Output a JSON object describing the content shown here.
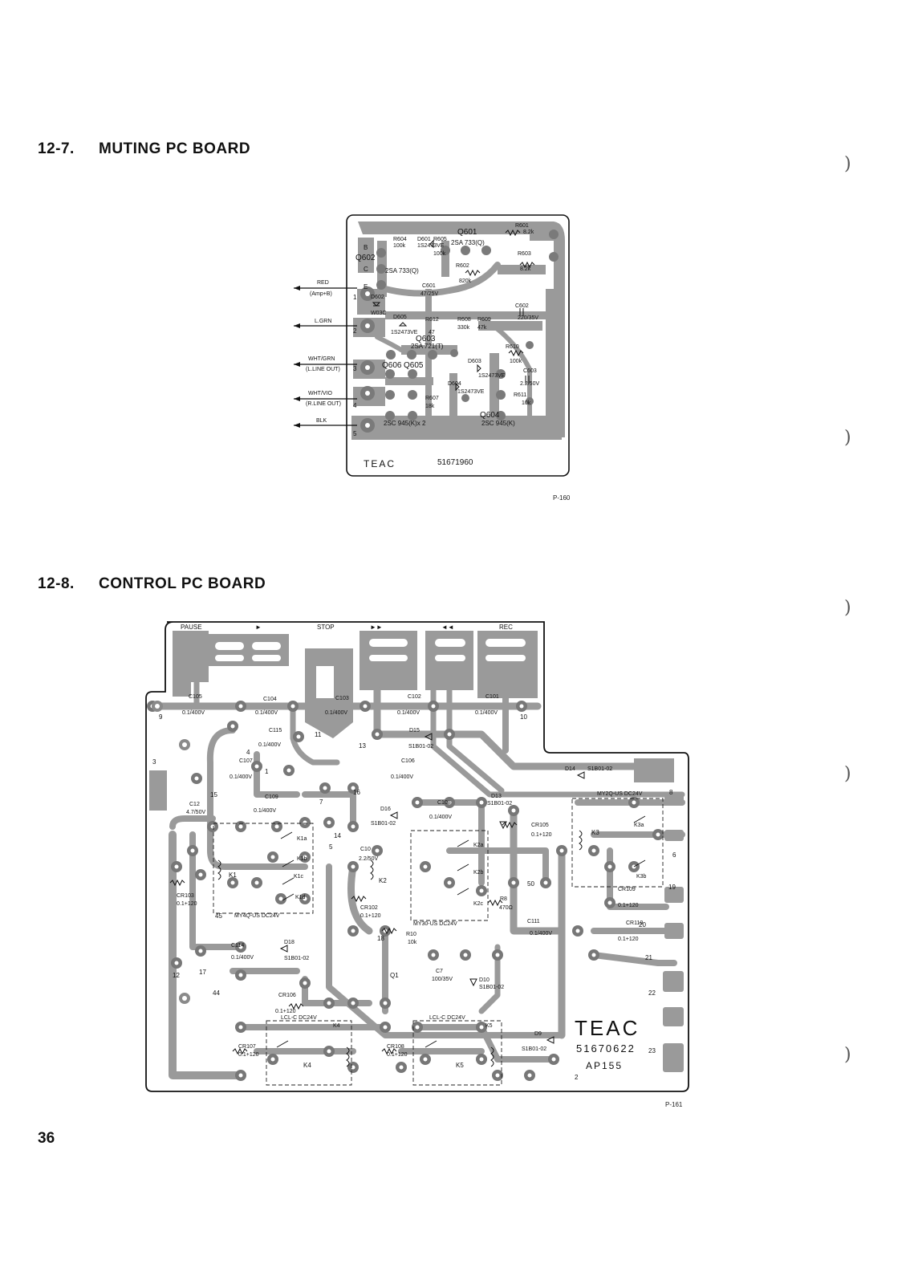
{
  "headings": [
    {
      "number": "12-7.",
      "title": "MUTING PC BOARD"
    },
    {
      "number": "12-8.",
      "title": "CONTROL PC BOARD"
    }
  ],
  "page_number": "36",
  "muting_board": {
    "maker": "TEAC",
    "part_number": "51671960",
    "ref": "P-160",
    "wires": [
      {
        "color": "RED",
        "note": "(Amp+B)",
        "pin": "1"
      },
      {
        "color": "L.GRN",
        "note": "",
        "pin": "2"
      },
      {
        "color": "WHT/GRN",
        "note": "(L.LINE OUT)",
        "pin": "3"
      },
      {
        "color": "WHT/VIO",
        "note": "(R.LINE OUT)",
        "pin": "4"
      },
      {
        "color": "BLK",
        "note": "",
        "pin": "5"
      }
    ],
    "labels": {
      "q601": "Q601",
      "q601_type": "2SA 733(Q)",
      "q602": "Q602",
      "q602_type": "2SA 733(Q)",
      "q603": "Q603",
      "q603_type": "2SA 721(T)",
      "q604": "Q604",
      "q605": "Q605",
      "q606": "Q606",
      "q604_type": "2SC 945(K)",
      "q605_606_type": "2SC 945(K)x 2",
      "r601": "R601",
      "r601_val": "8.2k",
      "r603": "R603",
      "r603_val": "8.2k",
      "r602": "R602",
      "r602_val": "820k",
      "r604": "R604",
      "r604_val": "100k",
      "r605": "R605",
      "r605_val": "100k",
      "r610": "R610",
      "r610_val": "100k",
      "r611": "R611",
      "r611_val": "10k",
      "r607": "R607",
      "r607_val": "18k",
      "r612": "R612",
      "r612_val": "47",
      "r608": "R608",
      "r608_val": "330k",
      "r609": "R609",
      "r609_val": "47k",
      "c601": "C601",
      "c601_val": "47/25V",
      "c602": "C602",
      "c602_val": "220/35V",
      "c603": "C603",
      "c603_val": "2.2/50V",
      "d601": "D601",
      "d601_val": "1S2473VE",
      "d602": "D602",
      "d602_val": "W03C",
      "d603": "D603",
      "d603_val": "1S2473VE",
      "d604": "D604",
      "d604_val": "1S2473VE",
      "d605": "D605",
      "d605_val": "1S2473VE",
      "b": "B",
      "c": "C",
      "e": "E"
    }
  },
  "control_board": {
    "maker": "TEAC",
    "part_number": "51670622",
    "model": "AP155",
    "ref": "P-161",
    "top_labels": [
      "PAUSE",
      "►",
      "STOP",
      "►►",
      "◄◄",
      "REC"
    ],
    "capacitors": [
      {
        "name": "C105",
        "value": "0.1/400V"
      },
      {
        "name": "C104",
        "value": "0.1/400V"
      },
      {
        "name": "C103",
        "value": "0.1/400V"
      },
      {
        "name": "C102",
        "value": "0.1/400V"
      },
      {
        "name": "C101",
        "value": "0.1/400V"
      },
      {
        "name": "C115",
        "value": "0.1/400V"
      },
      {
        "name": "C107",
        "value": "0.1/400V"
      },
      {
        "name": "C106",
        "value": "0.1/400V"
      },
      {
        "name": "C109",
        "value": "0.1/400V"
      },
      {
        "name": "C108",
        "value": "0.1/400V"
      },
      {
        "name": "C114",
        "value": "0.1/400V"
      },
      {
        "name": "C111",
        "value": "0.1/400V"
      },
      {
        "name": "C12",
        "value": "4.7/50V"
      },
      {
        "name": "C10",
        "value": "2.2/50V"
      },
      {
        "name": "C7",
        "value": "100/35V"
      }
    ],
    "cr_parts": [
      {
        "name": "CR103",
        "value": "0.1+120"
      },
      {
        "name": "CR102",
        "value": "0.1+120"
      },
      {
        "name": "CR105",
        "value": "0.1+120"
      },
      {
        "name": "CR109",
        "value": "0.1+120"
      },
      {
        "name": "CR110",
        "value": "0.1+120"
      },
      {
        "name": "CR106",
        "value": "0.1+120"
      },
      {
        "name": "CR107",
        "value": "0.1+120"
      },
      {
        "name": "CR108",
        "value": "0.1+120"
      }
    ],
    "diodes": [
      {
        "name": "D15",
        "value": "S1B01-02"
      },
      {
        "name": "D14",
        "value": "S1B01-02"
      },
      {
        "name": "D16",
        "value": "S1B01-02"
      },
      {
        "name": "D13",
        "value": "S1B01-02"
      },
      {
        "name": "D18",
        "value": "S1B01-02"
      },
      {
        "name": "D10",
        "value": "S1B01-02"
      },
      {
        "name": "D9",
        "value": "S1B01-02"
      }
    ],
    "relays": [
      {
        "name": "K1",
        "type": "MY4Q-US DC24V"
      },
      {
        "name": "K2",
        "type": "MY30-US DC24V"
      },
      {
        "name": "K3",
        "type": "MY2Q-US DC24V"
      },
      {
        "name": "K4",
        "type": "LCL-C DC24V"
      },
      {
        "name": "K5",
        "type": "LCL-C DC24V"
      }
    ],
    "resistors": [
      {
        "name": "R8",
        "value": "470Ω"
      },
      {
        "name": "R10",
        "value": "10k"
      }
    ],
    "transistor": "Q1",
    "contacts": {
      "k1a": "K1a",
      "k1b": "K1b",
      "k1c": "K1c",
      "k1d": "K1d",
      "k2a": "K2a",
      "k2b": "K2b",
      "k2c": "K2c",
      "k3a": "K3a",
      "k3b": "K3b",
      "k4": "K4",
      "k5": "K5"
    },
    "terminals": [
      "1",
      "2",
      "3",
      "4",
      "5",
      "6",
      "7",
      "8",
      "9",
      "10",
      "11",
      "12",
      "13",
      "14",
      "15",
      "16",
      "17",
      "18",
      "19",
      "20",
      "21",
      "22",
      "23",
      "44",
      "45",
      "50"
    ]
  }
}
